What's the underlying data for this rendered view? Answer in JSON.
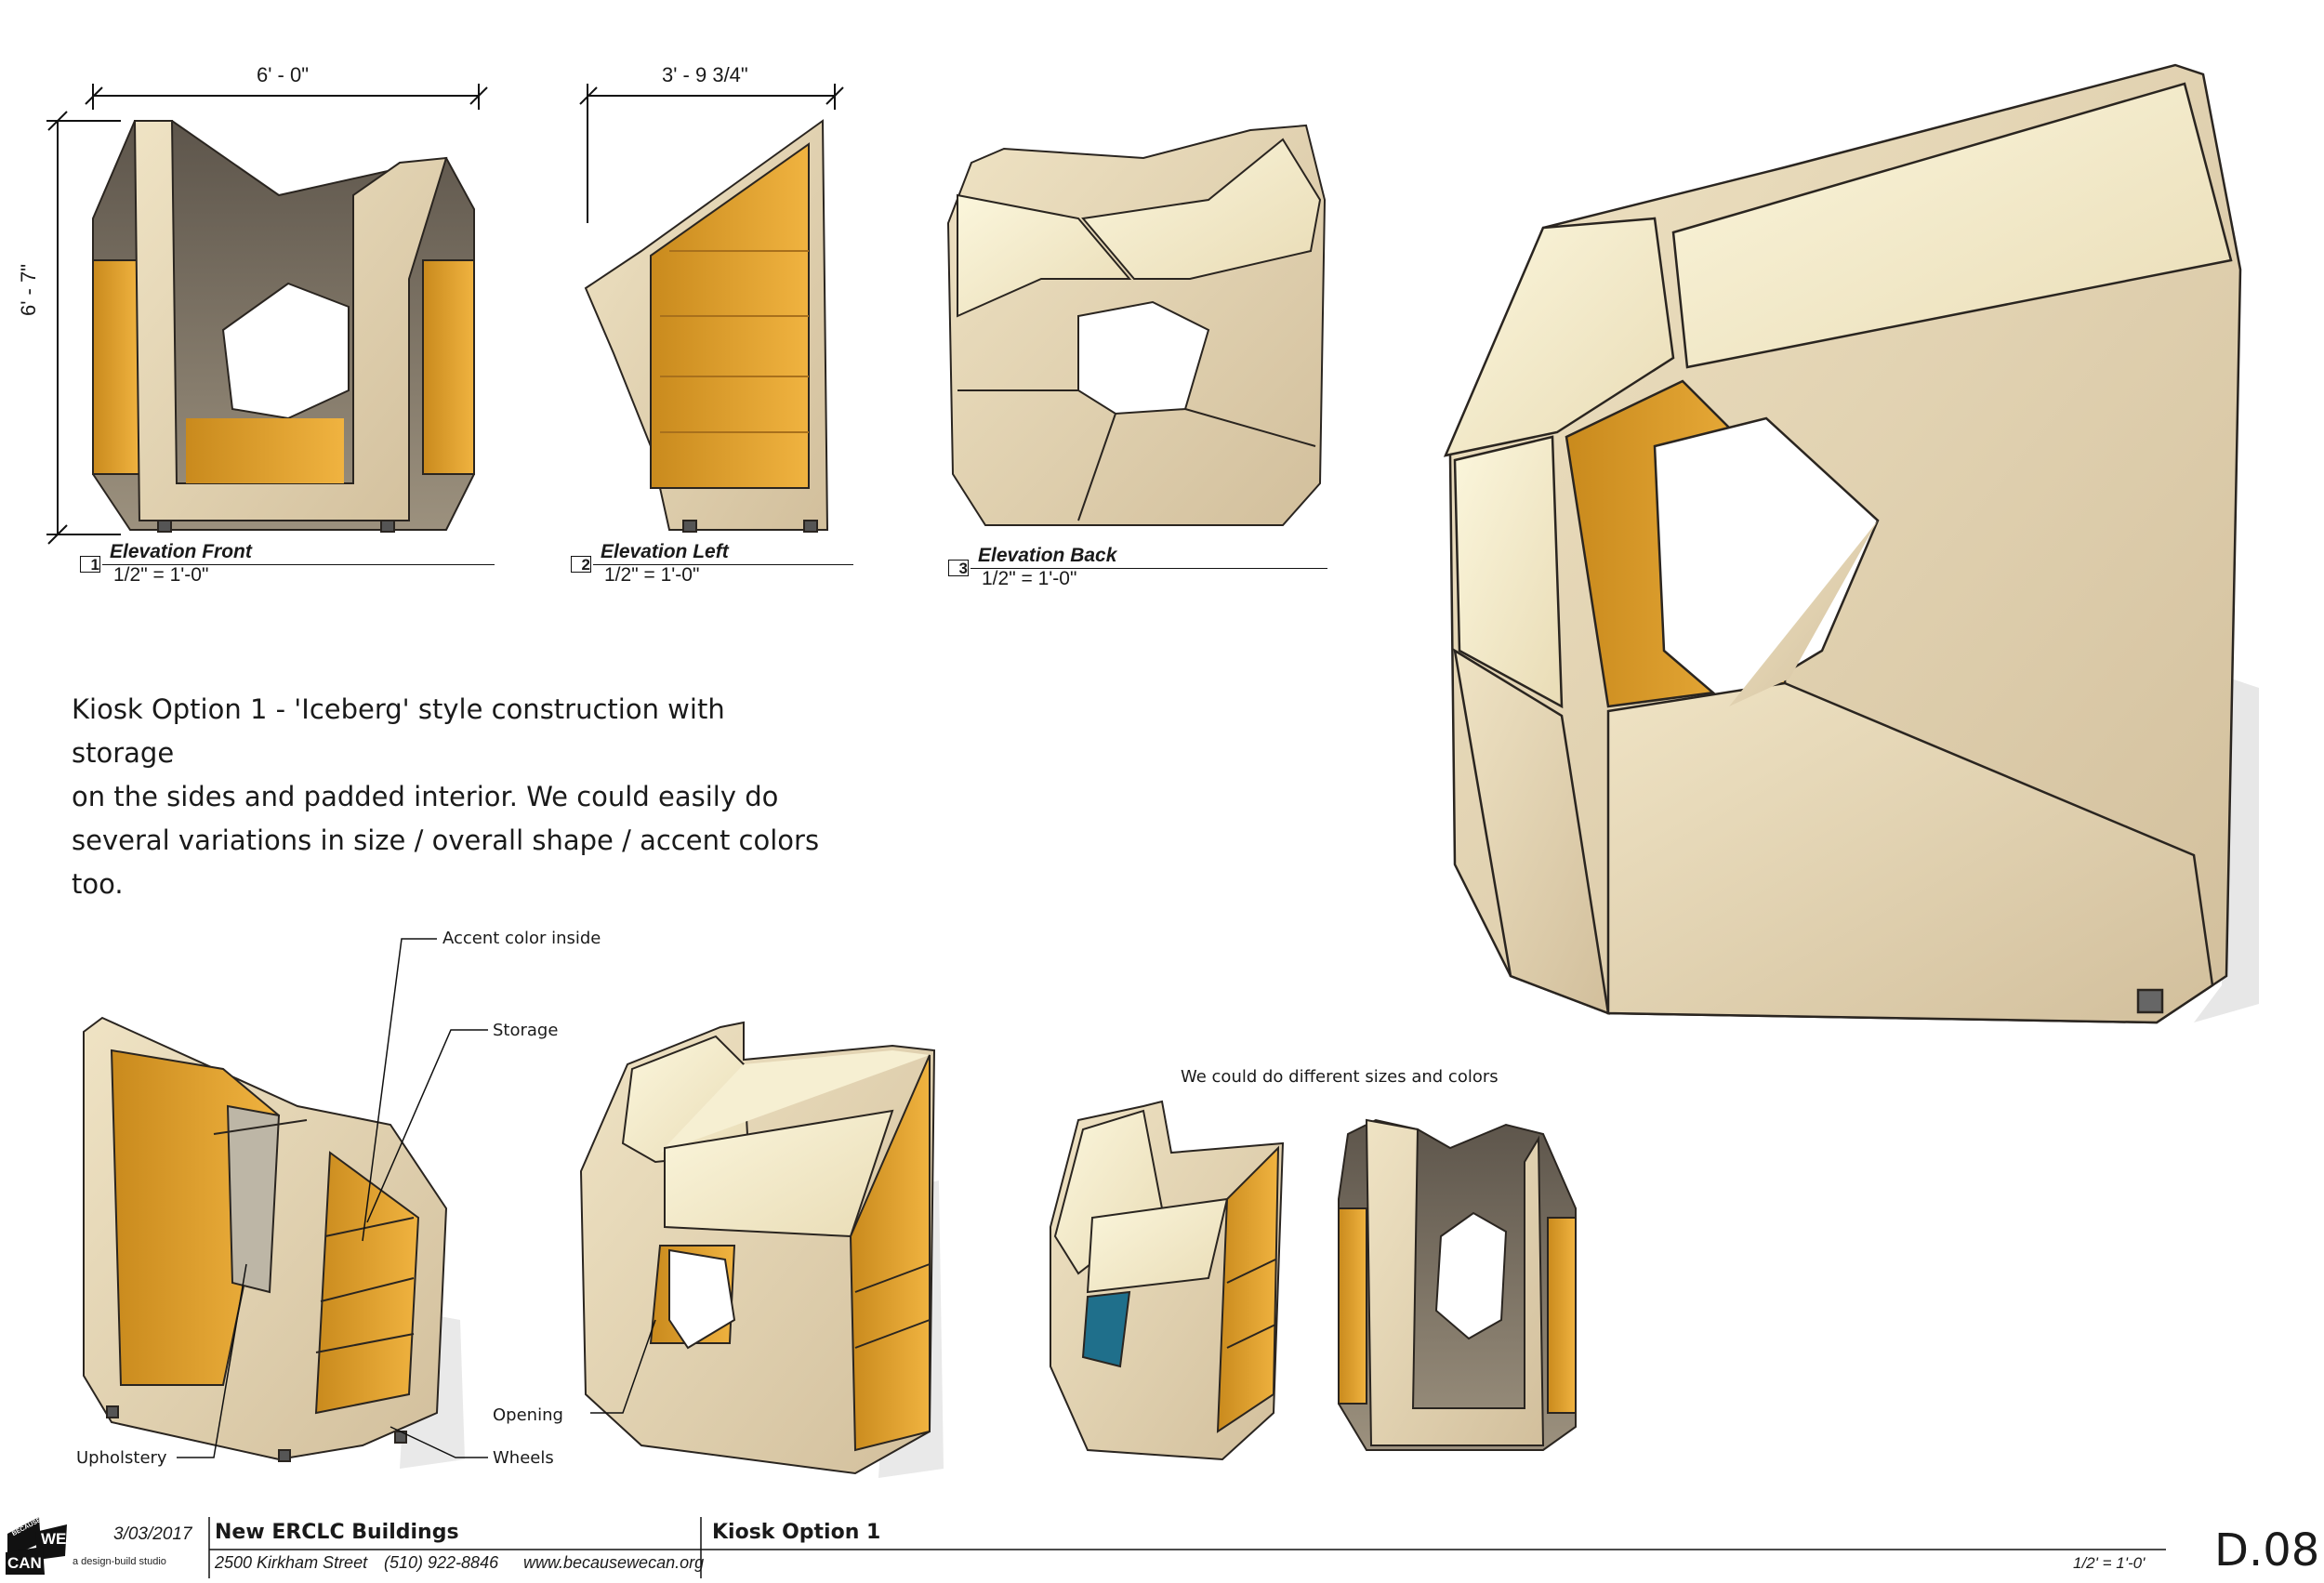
{
  "colors": {
    "plywood": "#dccbaa",
    "plywood_light": "#f1ead0",
    "plywood_dark": "#b9a58a",
    "interior_shadow": "#6f6659",
    "accent_orange": "#e6a227",
    "accent_blue": "#1f6f8b",
    "line": "#111111"
  },
  "dimensions": {
    "front_width": "6' - 0\"",
    "front_height": "6' - 7\"",
    "left_width": "3' - 9 3/4\""
  },
  "views": [
    {
      "number": "1",
      "title": "Elevation Front",
      "scale": "1/2\" = 1'-0\""
    },
    {
      "number": "2",
      "title": "Elevation Left",
      "scale": "1/2\" = 1'-0\""
    },
    {
      "number": "3",
      "title": "Elevation Back",
      "scale": "1/2\" = 1'-0\""
    }
  ],
  "description": {
    "line1": "Kiosk Option 1 - 'Iceberg' style construction with storage",
    "line2": "on the sides and padded interior. We could easily do",
    "line3": "several variations in size / overall shape / accent colors too."
  },
  "callouts": {
    "accent": "Accent color inside",
    "storage": "Storage",
    "opening": "Opening",
    "upholstery": "Upholstery",
    "wheels": "Wheels",
    "sizes": "We could do different sizes and colors"
  },
  "title_block": {
    "logo_text_top": "BECAUSE",
    "logo_text_we": "WE",
    "logo_text_can": "CAN",
    "logo_tagline": "a design-build studio",
    "date": "3/03/2017",
    "project": "New ERCLC Buildings",
    "address": "2500 Kirkham Street",
    "phone": "(510) 922-8846",
    "website": "www.becausewecan.org",
    "sheet_title": "Kiosk Option 1",
    "scale": "1/2' = 1'-0'",
    "sheet_number": "D.08"
  }
}
